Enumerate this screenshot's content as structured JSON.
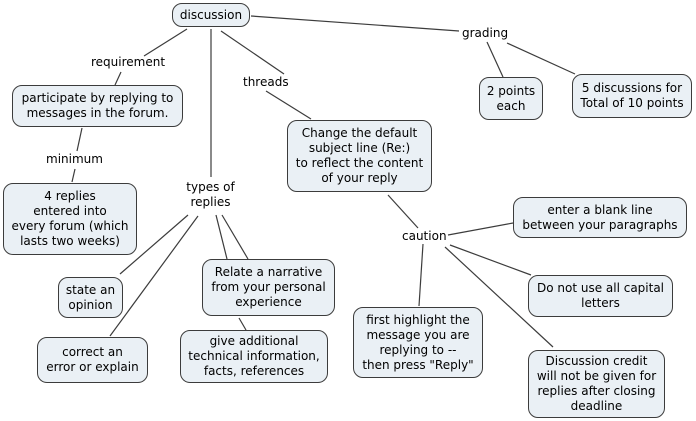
{
  "title": "discussion concept map",
  "colors": {
    "background": "#ffffff",
    "node_fill": "#eaf0f5",
    "node_border": "#3c3c3c",
    "line": "#3c3c3c",
    "text": "#000000"
  },
  "nodes": {
    "discussion": "discussion",
    "participate": "participate by replying to\nmessages in the forum.",
    "four_replies": "4 replies\nentered into\nevery forum (which\nlasts two weeks)",
    "state_opinion": "state an\nopinion",
    "correct_error": "correct an\nerror or explain",
    "relate_narrative": "Relate a narrative\nfrom your personal\nexperience",
    "give_additional": "give additional\ntechnical information,\nfacts, references",
    "change_subject": "Change the default\nsubject line (Re:)\nto reflect the content\nof your reply",
    "two_points": "2 points\neach",
    "five_discussions": "5 discussions for\nTotal of 10 points",
    "enter_blank_line": "enter a blank line\nbetween your paragraphs",
    "no_capitals": "Do not use all capital\nletters",
    "first_highlight": "first highlight the\nmessage you are\nreplying to --\nthen press \"Reply\"",
    "credit_deadline": "Discussion credit\nwill not be given for\nreplies after closing\ndeadline"
  },
  "labels": {
    "requirement": "requirement",
    "minimum": "minimum",
    "types_of_replies": "types of\nreplies",
    "threads": "threads",
    "grading": "grading",
    "caution": "caution"
  },
  "edges": [
    [
      187,
      29,
      144,
      56
    ],
    [
      121,
      72,
      115,
      85
    ],
    [
      82,
      128,
      77,
      151
    ],
    [
      75,
      169,
      72,
      182
    ],
    [
      211,
      29,
      211,
      177
    ],
    [
      221,
      31,
      284,
      74
    ],
    [
      266,
      91,
      311,
      119
    ],
    [
      251,
      16,
      459,
      31
    ],
    [
      487,
      42,
      503,
      77
    ],
    [
      507,
      43,
      575,
      74
    ],
    [
      188,
      215,
      120,
      274
    ],
    [
      198,
      216,
      110,
      336
    ],
    [
      216,
      215,
      227,
      259
    ],
    [
      222,
      215,
      248,
      259
    ],
    [
      239,
      318,
      246,
      330
    ],
    [
      388,
      195,
      418,
      228
    ],
    [
      448,
      235,
      513,
      223
    ],
    [
      423,
      244,
      419,
      306
    ],
    [
      450,
      245,
      531,
      275
    ],
    [
      445,
      247,
      553,
      347
    ]
  ]
}
